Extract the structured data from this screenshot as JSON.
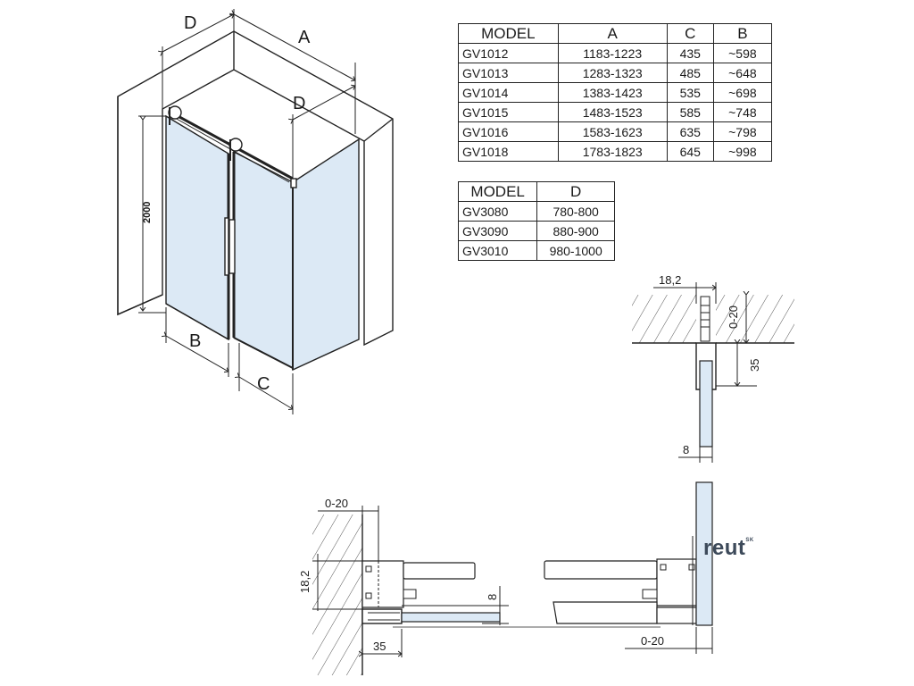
{
  "tables": {
    "main": {
      "headers": [
        "MODEL",
        "A",
        "C",
        "B"
      ],
      "rows": [
        [
          "GV1012",
          "1183-1223",
          "435",
          "~598"
        ],
        [
          "GV1013",
          "1283-1323",
          "485",
          "~648"
        ],
        [
          "GV1014",
          "1383-1423",
          "535",
          "~698"
        ],
        [
          "GV1015",
          "1483-1523",
          "585",
          "~748"
        ],
        [
          "GV1016",
          "1583-1623",
          "635",
          "~798"
        ],
        [
          "GV1018",
          "1783-1823",
          "645",
          "~998"
        ]
      ]
    },
    "side": {
      "headers": [
        "MODEL",
        "D"
      ],
      "rows": [
        [
          "GV3080",
          "780-800"
        ],
        [
          "GV3090",
          "880-900"
        ],
        [
          "GV3010",
          "980-1000"
        ]
      ]
    }
  },
  "iso": {
    "label_d_top": "D",
    "label_a": "A",
    "label_d_right": "D",
    "label_b": "B",
    "label_c": "C",
    "label_height": "2000"
  },
  "detail_top": {
    "label_18_2": "18,2",
    "label_0_20": "0-20",
    "label_35": "35",
    "label_8": "8"
  },
  "detail_bottom": {
    "label_0_20_left": "0-20",
    "label_18_2": "18,2",
    "label_8": "8",
    "label_35": "35",
    "label_0_20_right": "0-20"
  },
  "brand": {
    "name": "reut",
    "suffix": "SK"
  },
  "colors": {
    "glass": "#dce9f5",
    "line": "#222222"
  }
}
